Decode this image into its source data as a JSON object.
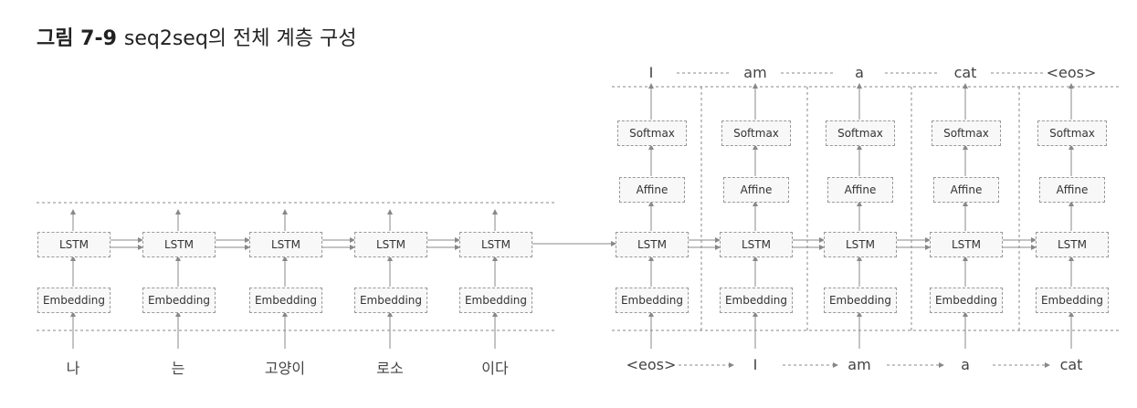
{
  "title": {
    "number": "그림 7-9",
    "text": "seq2seq의 전체 계층 구성"
  },
  "layers": {
    "lstm": "LSTM",
    "embedding": "Embedding",
    "affine": "Affine",
    "softmax": "Softmax"
  },
  "encoder": {
    "inputs": [
      "나",
      "는",
      "고양이",
      "로소",
      "이다"
    ]
  },
  "decoder": {
    "inputs": [
      "<eos>",
      "I",
      "am",
      "a",
      "cat"
    ],
    "outputs": [
      "I",
      "am",
      "a",
      "cat",
      "<eos>"
    ]
  },
  "colors": {
    "box_border": "#9a9a9a",
    "box_fill": "#f8f8f8",
    "arrow": "#888888",
    "text": "#444444"
  }
}
